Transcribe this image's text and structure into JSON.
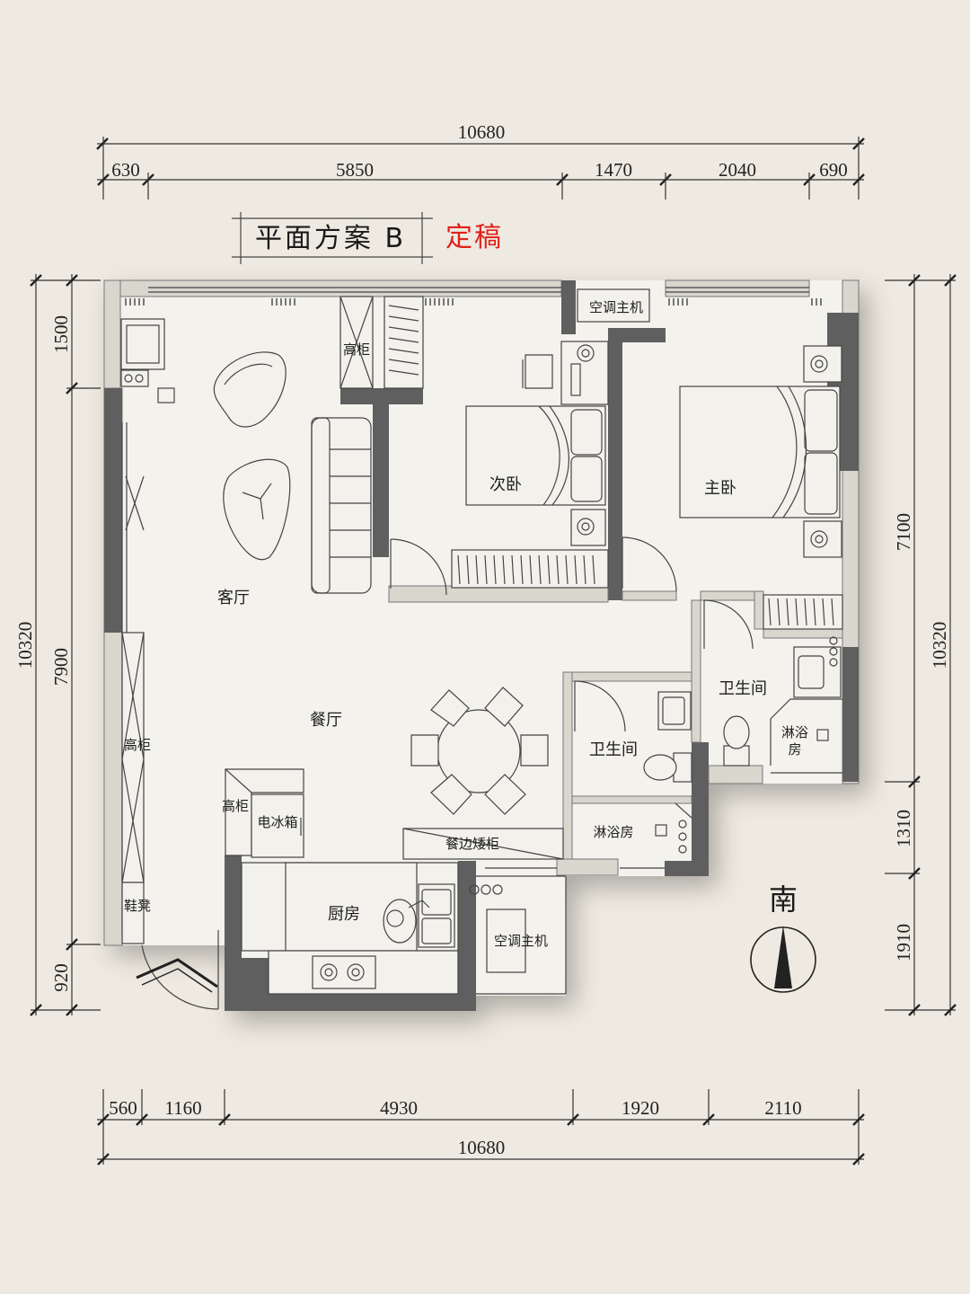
{
  "title": {
    "main": "平面方案 B",
    "stamp": "定稿"
  },
  "compass": {
    "label": "南"
  },
  "dimensions": {
    "top_total": "10680",
    "top_segments": [
      "630",
      "5850",
      "1470",
      "2040",
      "690"
    ],
    "bottom_total": "10680",
    "bottom_segments": [
      "560",
      "1160",
      "4930",
      "1920",
      "2110"
    ],
    "left_total": "10320",
    "left_segments": [
      "1500",
      "7900",
      "920"
    ],
    "right_total": "10320",
    "right_segments": [
      "7100",
      "1310",
      "1910"
    ]
  },
  "rooms": {
    "living": "客厅",
    "dining": "餐厅",
    "second_bedroom": "次卧",
    "master_bedroom": "主卧",
    "kitchen": "厨房",
    "bathroom_master": "卫生间",
    "bathroom_public": "卫生间"
  },
  "fixtures": {
    "tall_cabinet_top": "高柜",
    "tall_cabinet_left": "高柜",
    "tall_cabinet_kitchen": "高柜",
    "fridge": "电冰箱",
    "shoe_bench": "鞋凳",
    "sideboard": "餐边矮柜",
    "ac_unit_top": "空调主机",
    "ac_unit_bottom": "空调主机",
    "shower_public": "淋浴房",
    "shower_master_line1": "淋浴",
    "shower_master_line2": "房"
  }
}
